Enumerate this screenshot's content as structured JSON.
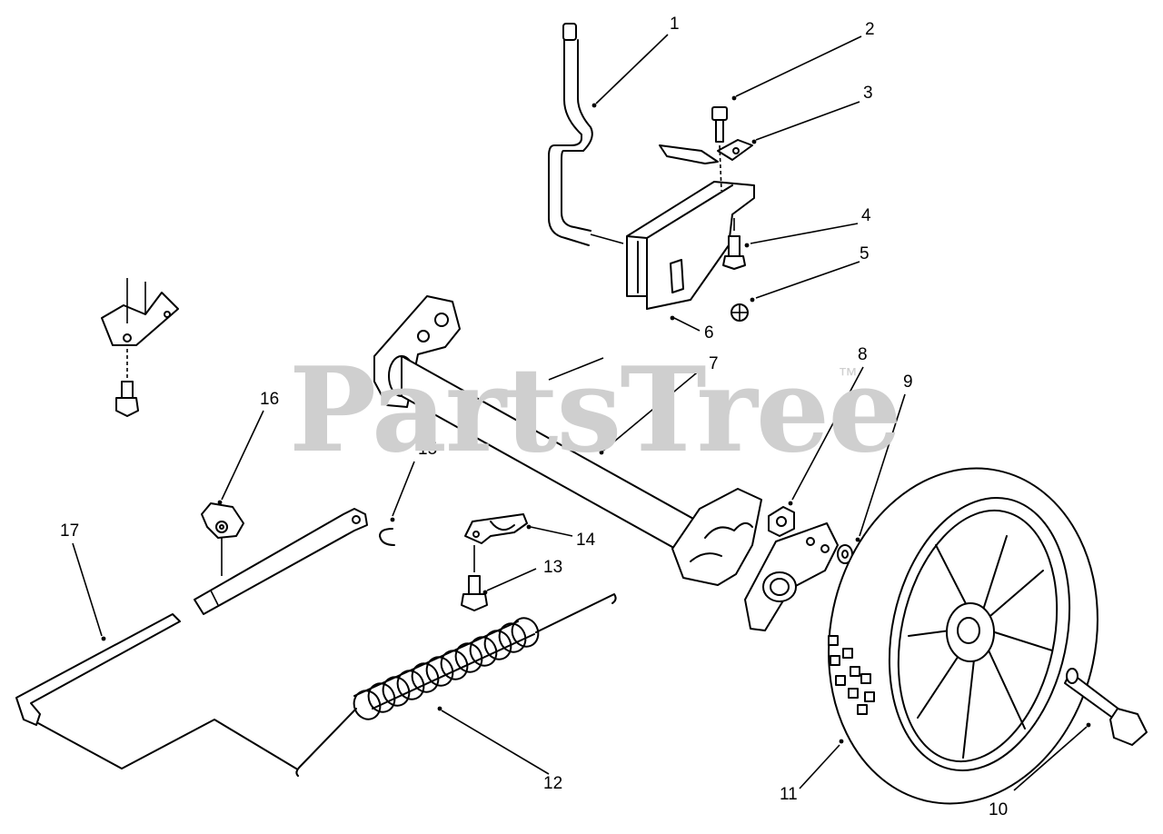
{
  "watermark": {
    "text": "PartsTree",
    "mark": "™"
  },
  "callouts": [
    "1",
    "2",
    "3",
    "4",
    "5",
    "6",
    "7",
    "8",
    "9",
    "10",
    "11",
    "12",
    "13",
    "14",
    "15",
    "16",
    "17"
  ]
}
